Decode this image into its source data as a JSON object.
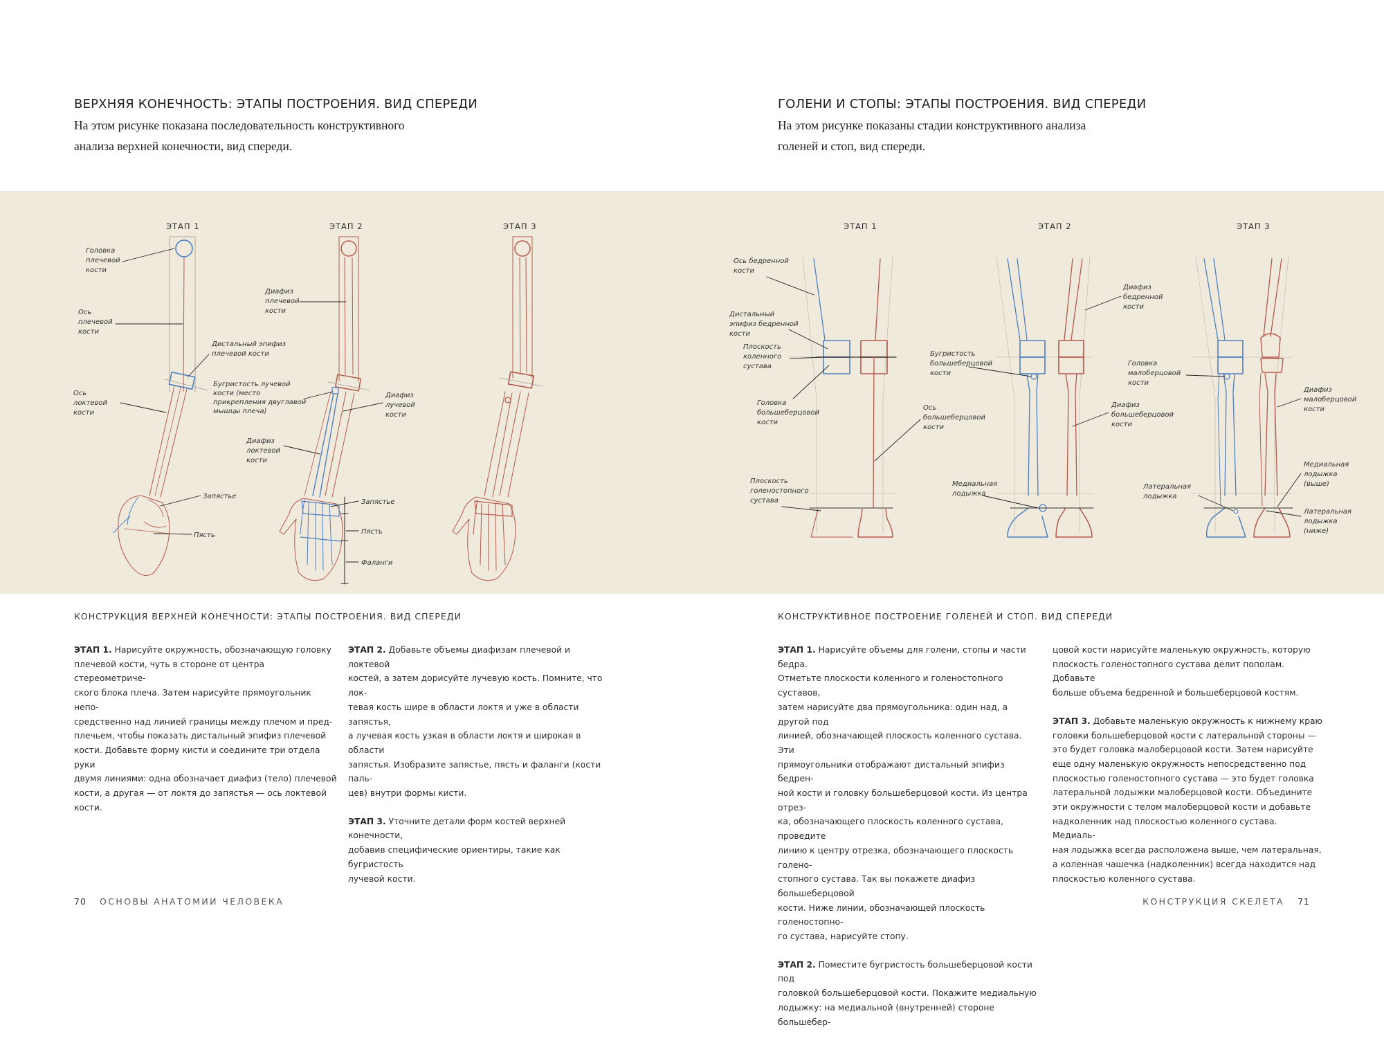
{
  "left": {
    "heading": "ВЕРХНЯЯ КОНЕЧНОСТЬ: ЭТАПЫ ПОСТРОЕНИЯ. ВИД СПЕРЕДИ",
    "intro_lines": [
      "На этом рисунке показана последовательность конструктивного",
      "анализа верхней конечности, вид спереди."
    ],
    "caption": "КОНСТРУКЦИЯ ВЕРХНЕЙ КОНЕЧНОСТИ: ЭТАПЫ ПОСТРОЕНИЯ. ВИД СПЕРЕДИ",
    "stages": [
      "ЭТАП 1",
      "ЭТАП 2",
      "ЭТАП 3"
    ],
    "labels": {
      "head_humerus": [
        "Головка",
        "плечевой",
        "кости"
      ],
      "axis_humerus": [
        "Ось",
        "плечевой",
        "кости"
      ],
      "distal_epiphysis": [
        "Дистальный эпифиз",
        "плечевой кости"
      ],
      "axis_ulna": [
        "Ось",
        "локтевой",
        "кости"
      ],
      "wrist_1": [
        "Запястье"
      ],
      "metacarpus_1": [
        "Пясть"
      ],
      "diaphysis_humerus": [
        "Диафиз",
        "плечевой",
        "кости"
      ],
      "radial_tuberosity": [
        "Бугристость лучевой",
        "кости (место",
        "прикрепления двуглавой",
        "мышцы плеча)"
      ],
      "diaphysis_radius": [
        "Диафиз",
        "лучевой",
        "кости"
      ],
      "diaphysis_ulna": [
        "Диафиз",
        "локтевой",
        "кости"
      ],
      "wrist_2": [
        "Запястье"
      ],
      "metacarpus_2": [
        "Пясть"
      ],
      "phalanges": [
        "Фаланги"
      ]
    },
    "col1": {
      "stage_label": "ЭТАП 1.",
      "lines": [
        " Нарисуйте окружность, обозначающую головку",
        "плечевой кости, чуть в стороне от центра стереометриче-",
        "ского блока плеча. Затем нарисуйте прямоугольник непо-",
        "средственно над линией границы между плечом и пред-",
        "плечьем, чтобы показать дистальный эпифиз плечевой",
        "кости. Добавьте форму кисти и соедините три отдела руки",
        "двумя линиями: одна обозначает диафиз (тело) плечевой",
        "кости, а другая — от локтя до запястья — ось локтевой кости."
      ]
    },
    "col2": {
      "p1_stage": "ЭТАП 2.",
      "p1_lines": [
        " Добавьте объемы диафизам плечевой и локтевой",
        "костей, а затем дорисуйте лучевую кость. Помните, что лок-",
        "тевая кость шире в области локтя и уже в области запястья,",
        "а лучевая кость узкая в области локтя и широкая в области",
        "запястья. Изобразите запястье, пясть и фаланги (кости паль-",
        "цев) внутри формы кисти."
      ],
      "p2_stage": "ЭТАП 3.",
      "p2_lines": [
        " Уточните детали форм костей верхней конечности,",
        "добавив специфические ориентиры, такие как бугристость",
        "лучевой кости."
      ]
    },
    "folio_num": "70",
    "folio_text": "ОСНОВЫ АНАТОМИИ ЧЕЛОВЕКА"
  },
  "right": {
    "heading": "ГОЛЕНИ И СТОПЫ: ЭТАПЫ ПОСТРОЕНИЯ. ВИД СПЕРЕДИ",
    "intro_lines": [
      "На этом рисунке показаны стадии конструктивного анализа",
      "голеней и стоп, вид спереди."
    ],
    "caption": "КОНСТРУКТИВНОЕ ПОСТРОЕНИЕ ГОЛЕНЕЙ И СТОП. ВИД СПЕРЕДИ",
    "stages": [
      "ЭТАП 1",
      "ЭТАП 2",
      "ЭТАП 3"
    ],
    "labels": {
      "axis_femur": [
        "Ось бедренной",
        "кости"
      ],
      "distal_femur": [
        "Дистальный",
        "эпифиз бедренной",
        "кости"
      ],
      "knee_plane": [
        "Плоскость",
        "коленного",
        "сустава"
      ],
      "tibia_head": [
        "Головка",
        "большеберцовой",
        "кости"
      ],
      "tibia_axis": [
        "Ось",
        "большеберцовой",
        "кости"
      ],
      "ankle_plane": [
        "Плоскость",
        "голеностопного",
        "сустава"
      ],
      "tibial_tuberosity": [
        "Бугристость",
        "большеберцовой",
        "кости"
      ],
      "diaphysis_femur": [
        "Диафиз",
        "бедренной",
        "кости"
      ],
      "diaphysis_tibia": [
        "Диафиз",
        "большеберцовой",
        "кости"
      ],
      "medial_malleolus": [
        "Медиальная",
        "лодыжка"
      ],
      "fibula_head": [
        "Головка",
        "малоберцовой",
        "кости"
      ],
      "diaphysis_fibula": [
        "Диафиз",
        "малоберцовой",
        "кости"
      ],
      "medial_malleolus_high": [
        "Медиальная",
        "лодыжка",
        "(выше)"
      ],
      "lateral_malleolus": [
        "Латеральная",
        "лодыжка"
      ],
      "lateral_malleolus_low": [
        "Латеральная",
        "лодыжка",
        "(ниже)"
      ]
    },
    "col1": {
      "p1_stage": "ЭТАП 1.",
      "p1_lines": [
        " Нарисуйте объемы для голени, стопы и части бедра.",
        "Отметьте плоскости коленного и голеностопного суставов,",
        "затем нарисуйте два прямоугольника: один над, а другой под",
        "линией, обозначающей плоскость коленного сустава. Эти",
        "прямоугольники отображают дистальный эпифиз бедрен-",
        "ной кости и головку большеберцовой кости. Из центра отрез-",
        "ка, обозначающего плоскость коленного сустава, проведите",
        "линию к центру отрезка, обозначающего плоскость голено-",
        "стопного сустава. Так вы покажете диафиз большеберцовой",
        "кости. Ниже линии, обозначающей плоскость голеностопно-",
        "го сустава, нарисуйте стопу."
      ],
      "p2_stage": "ЭТАП 2.",
      "p2_lines": [
        " Поместите бугристость большеберцовой кости под",
        "головкой большеберцовой кости. Покажите медиальную",
        "лодыжку: на медиальной (внутренней) стороне большебер-"
      ]
    },
    "col2": {
      "p1_lines": [
        "цовой кости нарисуйте маленькую окружность, которую",
        "плоскость голеностопного сустава делит пополам. Добавьте",
        "больше объема бедренной и большеберцовой костям."
      ],
      "p2_stage": "ЭТАП 3.",
      "p2_lines": [
        " Добавьте маленькую окружность к нижнему краю",
        "головки большеберцовой кости с латеральной стороны —",
        "это будет головка малоберцовой кости. Затем нарисуйте",
        "еще одну маленькую окружность непосредственно под",
        "плоскостью голеностопного сустава — это будет головка",
        "латеральной лодыжки малоберцовой кости. Объедините",
        "эти окружности с телом малоберцовой кости и добавьте",
        "надколенник над плоскостью коленного сустава. Медиаль-",
        "ная лодыжка всегда расположена выше, чем латеральная,",
        "а коленная чашечка (надколенник) всегда находится над",
        "плоскостью коленного сустава."
      ]
    },
    "folio_text": "КОНСТРУКЦИЯ СКЕЛЕТА",
    "folio_num": "71"
  },
  "colors": {
    "paper": "#efeadb",
    "red": "#b5584c",
    "blue": "#4f7fc0",
    "graphite": "#9c9a93"
  }
}
